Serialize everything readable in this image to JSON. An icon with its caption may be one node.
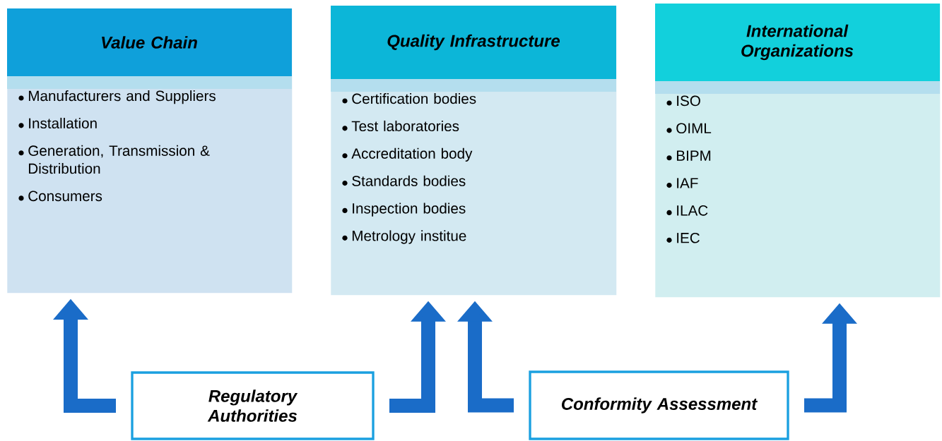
{
  "diagram": {
    "nodes": [
      {
        "text": [
          "Value Chain",
          "Manufacturers and Suppliers",
          "Installation",
          "Generation, Transmission & Distribution",
          "Consumers"
        ]
      },
      {
        "text": [
          "Quality Infrastructure",
          "Certification bodies",
          "Test laboratories",
          "Accreditation body",
          "Standards bodies",
          "Inspection bodies",
          "Metrology institue"
        ]
      },
      {
        "text": [
          "International Organizations",
          "ISO",
          "OIML",
          "BIPM",
          "IAF",
          "ILAC",
          "IEC"
        ]
      },
      {
        "text": [
          "Regulatory Authorities"
        ]
      },
      {
        "text": [
          "Conformity Assessment"
        ]
      }
    ],
    "edges": [
      {
        "from": 3,
        "to": 0,
        "arrow": "to"
      },
      {
        "from": 3,
        "to": 1,
        "arrow": "to"
      },
      {
        "from": 4,
        "to": 1,
        "arrow": "to"
      },
      {
        "from": 4,
        "to": 2,
        "arrow": "to"
      }
    ]
  }
}
